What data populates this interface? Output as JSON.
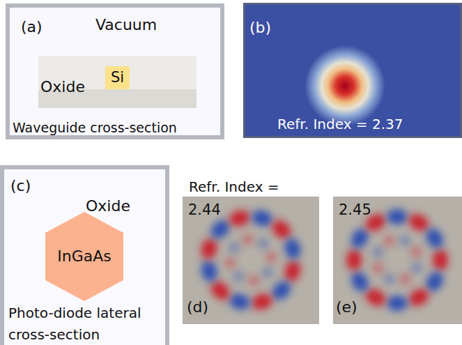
{
  "diagram": {
    "nodes": [
      {
        "text": [
          "(a)",
          "Vacuum",
          "Waveguide cross-section"
        ]
      },
      {
        "text": [
          "Oxide"
        ],
        "in": 0
      },
      {
        "text": [
          "Si"
        ],
        "in": 1
      },
      {
        "text": [
          "(b)",
          "Refr. Index = 2.37"
        ]
      },
      {
        "text": [
          "(c)",
          "Oxide",
          "Photo-diode lateral cross-section"
        ]
      },
      {
        "text": [
          "InGaAs"
        ],
        "in": 4
      },
      {
        "text": [
          "2.44",
          "(d)"
        ]
      },
      {
        "text": [
          "2.45",
          "(e)"
        ]
      }
    ],
    "labels": [
      "Refr. Index ="
    ]
  }
}
